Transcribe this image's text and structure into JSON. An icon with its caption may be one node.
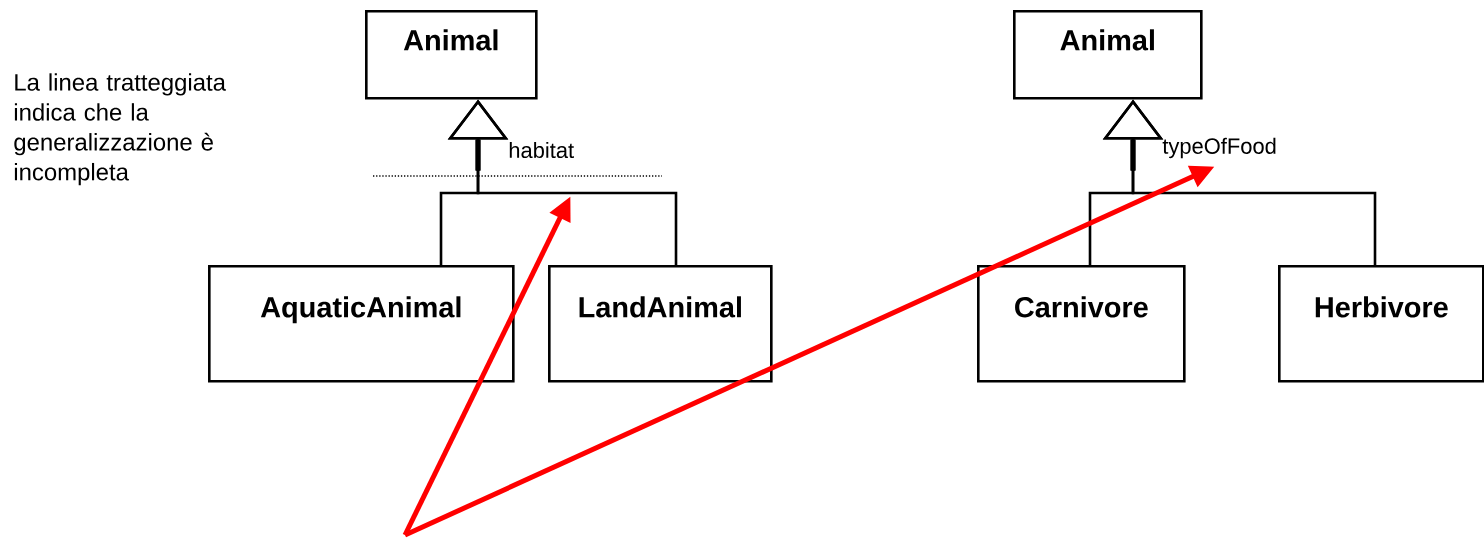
{
  "diagram": {
    "nodes": [
      {
        "text": [
          "Animal"
        ]
      },
      {
        "text": [
          "AquaticAnimal"
        ]
      },
      {
        "text": [
          "LandAnimal"
        ]
      },
      {
        "text": [
          "Animal"
        ]
      },
      {
        "text": [
          "Carnivore"
        ]
      },
      {
        "text": [
          "Herbivore"
        ]
      },
      {
        "text": [
          "typeOfFood"
        ]
      },
      {
        "text": [],
        "shape": "line"
      }
    ],
    "edges": [
      {
        "from": 1,
        "to": 0,
        "arrow": "to"
      },
      {
        "from": 2,
        "to": 0,
        "arrow": "to"
      },
      {
        "from": 4,
        "to": 3,
        "arrow": "to"
      },
      {
        "from": 5,
        "to": 3,
        "arrow": "to"
      },
      {
        "from": null,
        "to": 7,
        "arrow": "to",
        "style": "thick",
        "color": "#ff0000"
      },
      {
        "from": null,
        "to": 6,
        "arrow": "to",
        "style": "thick",
        "color": "#ff0000"
      }
    ],
    "labels": [
      "La linea tratteggiata indica che la generalizzazione è incompleta",
      "habitat"
    ]
  }
}
